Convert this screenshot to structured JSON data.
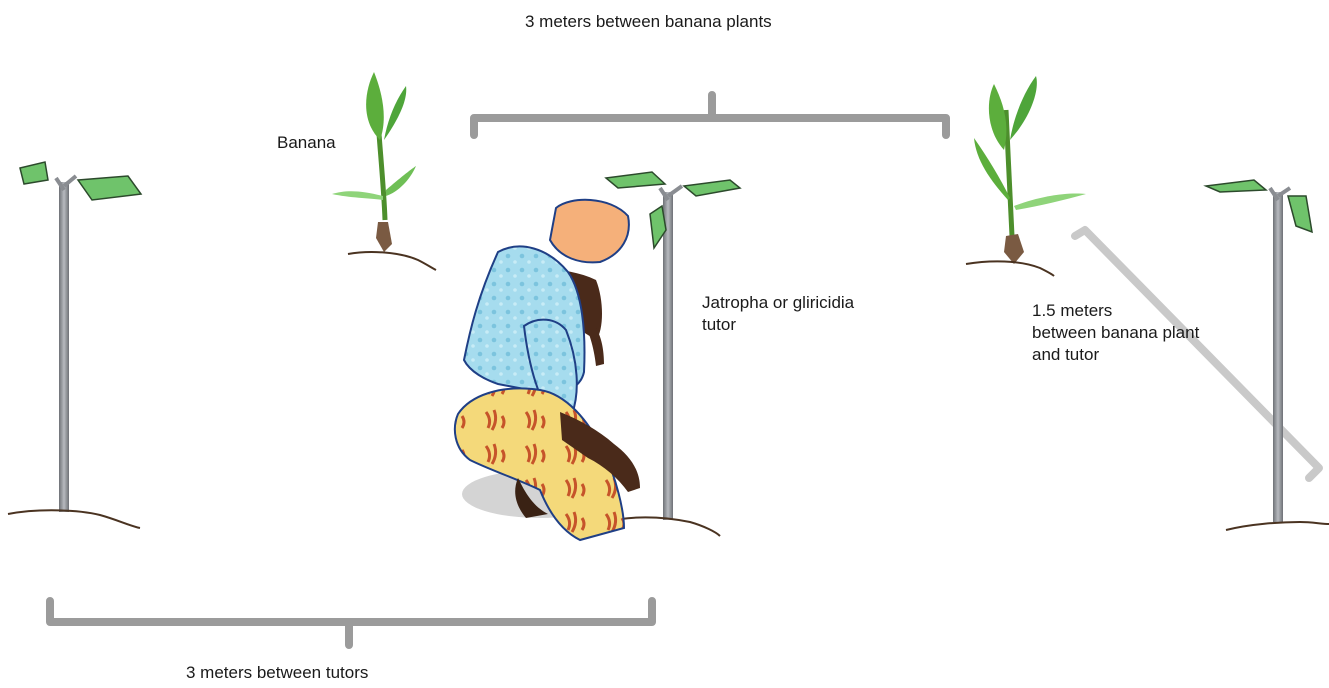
{
  "labels": {
    "banana_plants_spacing": "3 meters between banana plants",
    "banana": "Banana",
    "tutor_type_line1": "Jatropha or gliricidia",
    "tutor_type_line2": "tutor",
    "plant_tutor_line1": "1.5  meters",
    "plant_tutor_line2": "between banana plant",
    "plant_tutor_line3": "and tutor",
    "tutors_spacing": "3 meters between tutors"
  },
  "colors": {
    "bracket": "#9b9b9b",
    "stem": "#8a8d92",
    "tutor_leaf": "#6fc36b",
    "banana_leaf": "#5cae3c",
    "soil": "#4a3321",
    "turban": "#f5b07a",
    "shirt": "#9fd8ea",
    "skirt": "#f4d97a",
    "skin": "#4a2a1a",
    "outline": "#1f3f86"
  }
}
